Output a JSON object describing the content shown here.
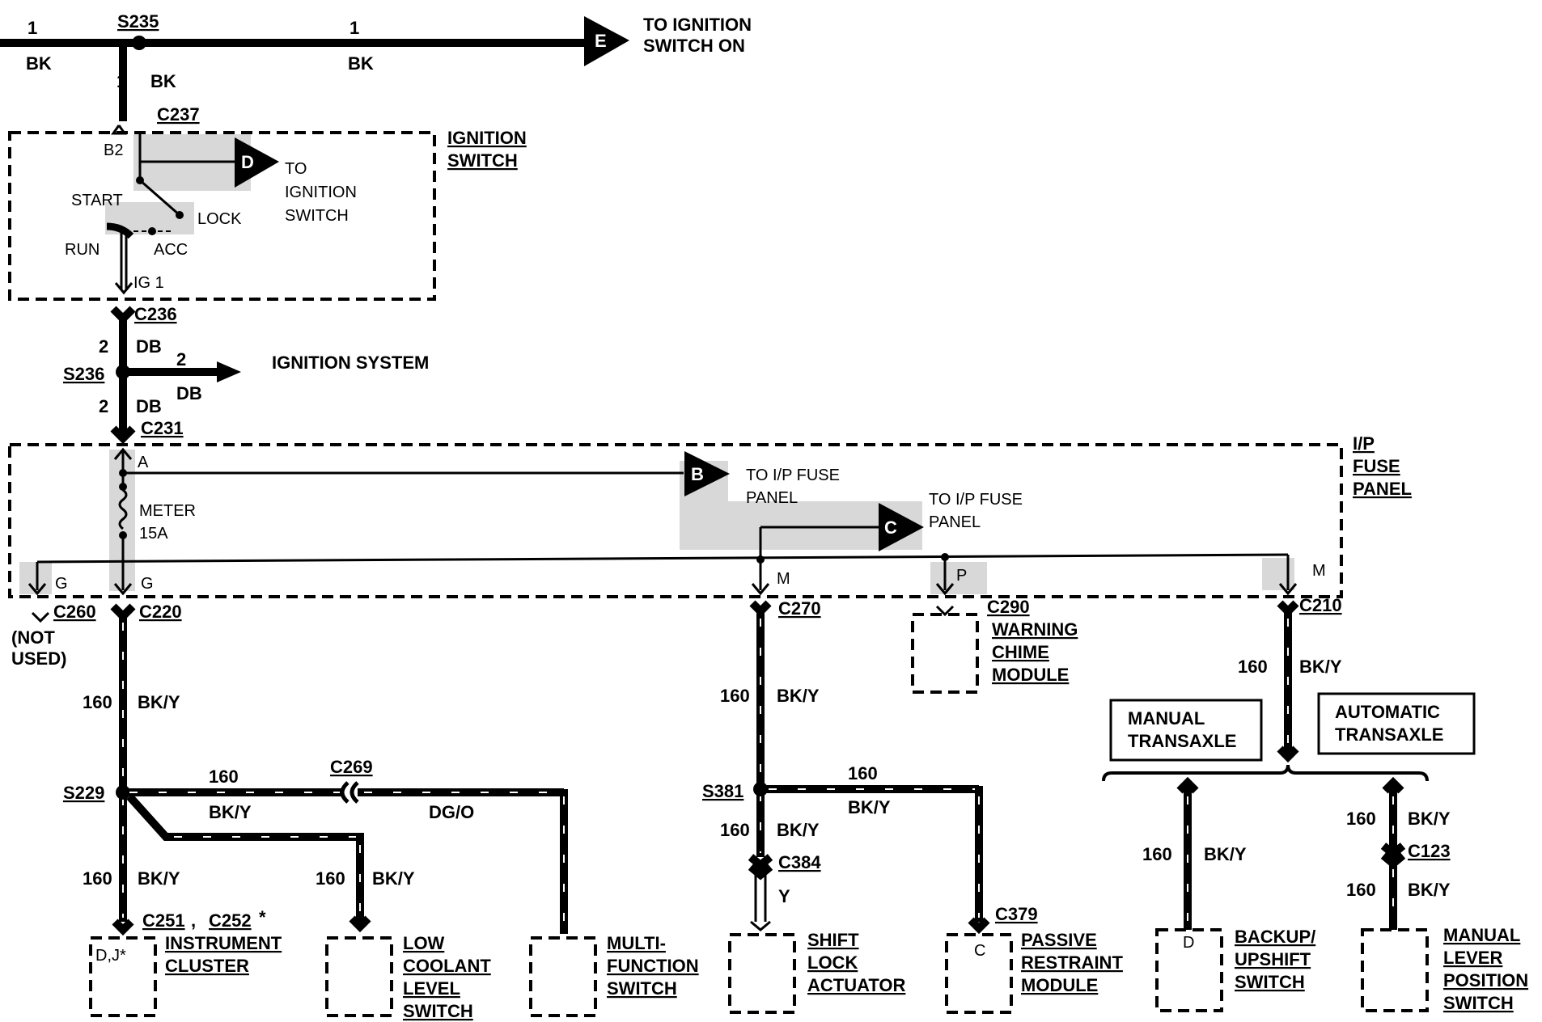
{
  "top": {
    "splice_s235": "S235",
    "wire_num_left": "1",
    "wire_num_right": "1",
    "color_left": "BK",
    "color_right": "BK",
    "down_num": "1",
    "down_color": "BK",
    "conn_e": "E",
    "dest_line1": "TO IGNITION",
    "dest_line2": "SWITCH ON"
  },
  "ignition_switch": {
    "conn_c237": "C237",
    "pin_b2": "B2",
    "conn_d": "D",
    "to_line1": "TO",
    "to_line2": "IGNITION",
    "to_line3": "SWITCH",
    "start": "START",
    "lock": "LOCK",
    "run": "RUN",
    "acc": "ACC",
    "ig1": "IG 1",
    "title_line1": "IGNITION",
    "title_line2": "SWITCH"
  },
  "mid": {
    "conn_c236": "C236",
    "num_a": "2",
    "color_a": "DB",
    "splice_s236": "S236",
    "num_b": "2",
    "color_b": "DB",
    "ign_system": "IGNITION SYSTEM",
    "num_c": "2",
    "color_c": "DB",
    "conn_c231": "C231"
  },
  "fuse_panel": {
    "pin_a": "A",
    "conn_b": "B",
    "to_b_line1": "TO I/P FUSE",
    "to_b_line2": "PANEL",
    "conn_c": "C",
    "to_c_line1": "TO I/P FUSE",
    "to_c_line2": "PANEL",
    "fuse_line1": "METER",
    "fuse_line2": "15A",
    "pin_g1": "G",
    "pin_g2": "G",
    "pin_m1": "M",
    "pin_p": "P",
    "pin_m2": "M",
    "title_line1": "I/P",
    "title_line2": "FUSE",
    "title_line3": "PANEL"
  },
  "lower": {
    "conn_c260": "C260",
    "not_used_1": "(NOT",
    "not_used_2": "USED)",
    "conn_c220": "C220",
    "conn_c270": "C270",
    "conn_c290": "C290",
    "conn_c210": "C210",
    "chime_1": "WARNING",
    "chime_2": "CHIME",
    "chime_3": "MODULE",
    "w160_a": "160",
    "bky_a": "BK/Y",
    "w160_b": "160",
    "bky_b": "BK/Y",
    "w160_c": "160",
    "bky_c": "BK/Y",
    "manual_trans_1": "MANUAL",
    "manual_trans_2": "TRANSAXLE",
    "auto_trans_1": "AUTOMATIC",
    "auto_trans_2": "TRANSAXLE",
    "splice_s229": "S229",
    "w160_d": "160",
    "bky_d": "BK/Y",
    "conn_c269": "C269",
    "dgo": "DG/O",
    "w160_e": "160",
    "bky_e": "BK/Y",
    "w160_f": "160",
    "bky_f": "BK/Y",
    "splice_s381": "S381",
    "w160_g": "160",
    "bky_g": "BK/Y",
    "w160_h": "160",
    "bky_h": "BK/Y",
    "conn_c384": "C384",
    "y": "Y",
    "conn_c379": "C379",
    "w160_i": "160",
    "bky_i": "BK/Y",
    "w160_j": "160",
    "bky_j": "BK/Y",
    "conn_c123": "C123",
    "w160_k": "160",
    "bky_k": "BK/Y",
    "conn_c251": "C251",
    "comma": ",",
    "conn_c252": "C252",
    "star": "*",
    "pin_dj": "D,J*",
    "inst_1": "INSTRUMENT",
    "inst_2": "CLUSTER",
    "low_1": "LOW",
    "low_2": "COOLANT",
    "low_3": "LEVEL",
    "low_4": "SWITCH",
    "multi_1": "MULTI-",
    "multi_2": "FUNCTION",
    "multi_3": "SWITCH",
    "shift_1": "SHIFT",
    "shift_2": "LOCK",
    "shift_3": "ACTUATOR",
    "pin_c": "C",
    "pass_1": "PASSIVE",
    "pass_2": "RESTRAINT",
    "pass_3": "MODULE",
    "pin_d": "D",
    "backup_1": "BACKUP/",
    "backup_2": "UPSHIFT",
    "backup_3": "SWITCH",
    "manual_1": "MANUAL",
    "manual_2": "LEVER",
    "manual_3": "POSITION",
    "manual_4": "SWITCH"
  }
}
